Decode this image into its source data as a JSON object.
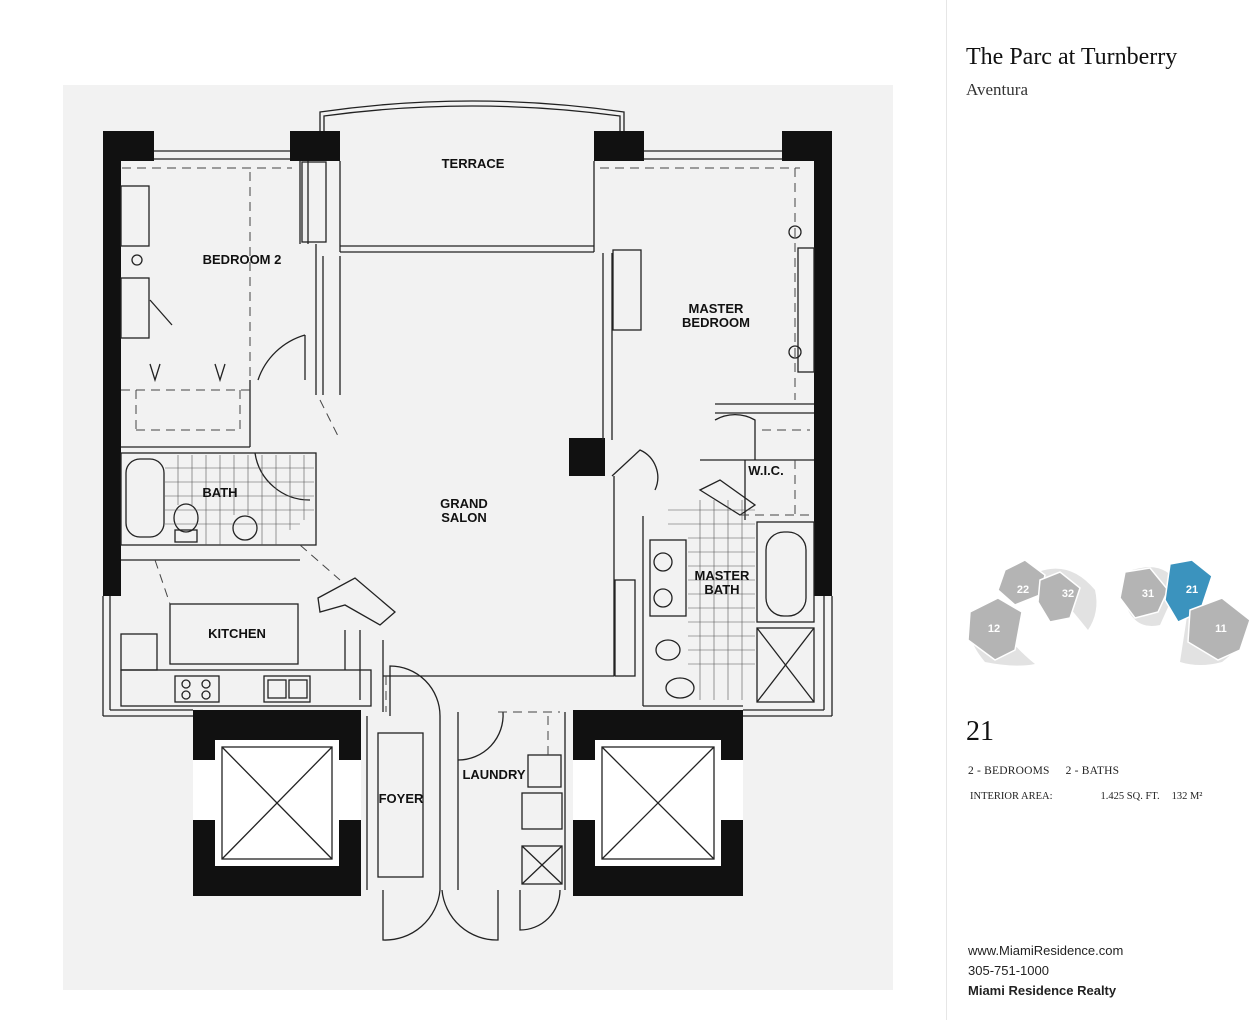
{
  "building": {
    "name": "The Parc at Turnberry",
    "location": "Aventura"
  },
  "floorplan": {
    "rooms": [
      {
        "id": "terrace",
        "label": "TERRACE"
      },
      {
        "id": "bedroom2",
        "label": "BEDROOM 2"
      },
      {
        "id": "master-bedroom-1",
        "label": "MASTER"
      },
      {
        "id": "master-bedroom-2",
        "label": "BEDROOM"
      },
      {
        "id": "grand-salon-1",
        "label": "GRAND"
      },
      {
        "id": "grand-salon-2",
        "label": "SALON"
      },
      {
        "id": "bath",
        "label": "BATH"
      },
      {
        "id": "wic",
        "label": "W.I.C."
      },
      {
        "id": "master-bath-1",
        "label": "MASTER"
      },
      {
        "id": "master-bath-2",
        "label": "BATH"
      },
      {
        "id": "kitchen",
        "label": "KITCHEN"
      },
      {
        "id": "foyer",
        "label": "FOYER"
      },
      {
        "id": "laundry",
        "label": "LAUNDRY"
      }
    ]
  },
  "key_plan": {
    "units": [
      "22",
      "32",
      "12",
      "31",
      "21",
      "11"
    ],
    "highlighted": "21",
    "highlight_color": "#3b93be",
    "unit_color": "#b4b4b4"
  },
  "unit": {
    "number": "21",
    "bedrooms": "2 - BEDROOMS",
    "baths": "2 - BATHS",
    "area_label": "INTERIOR AREA:",
    "area_sqft": "1.425 SQ. FT.",
    "area_m2": "132 M²"
  },
  "contact": {
    "website": "www.MiamiResidence.com",
    "phone": "305-751-1000",
    "company": "Miami Residence Realty"
  }
}
